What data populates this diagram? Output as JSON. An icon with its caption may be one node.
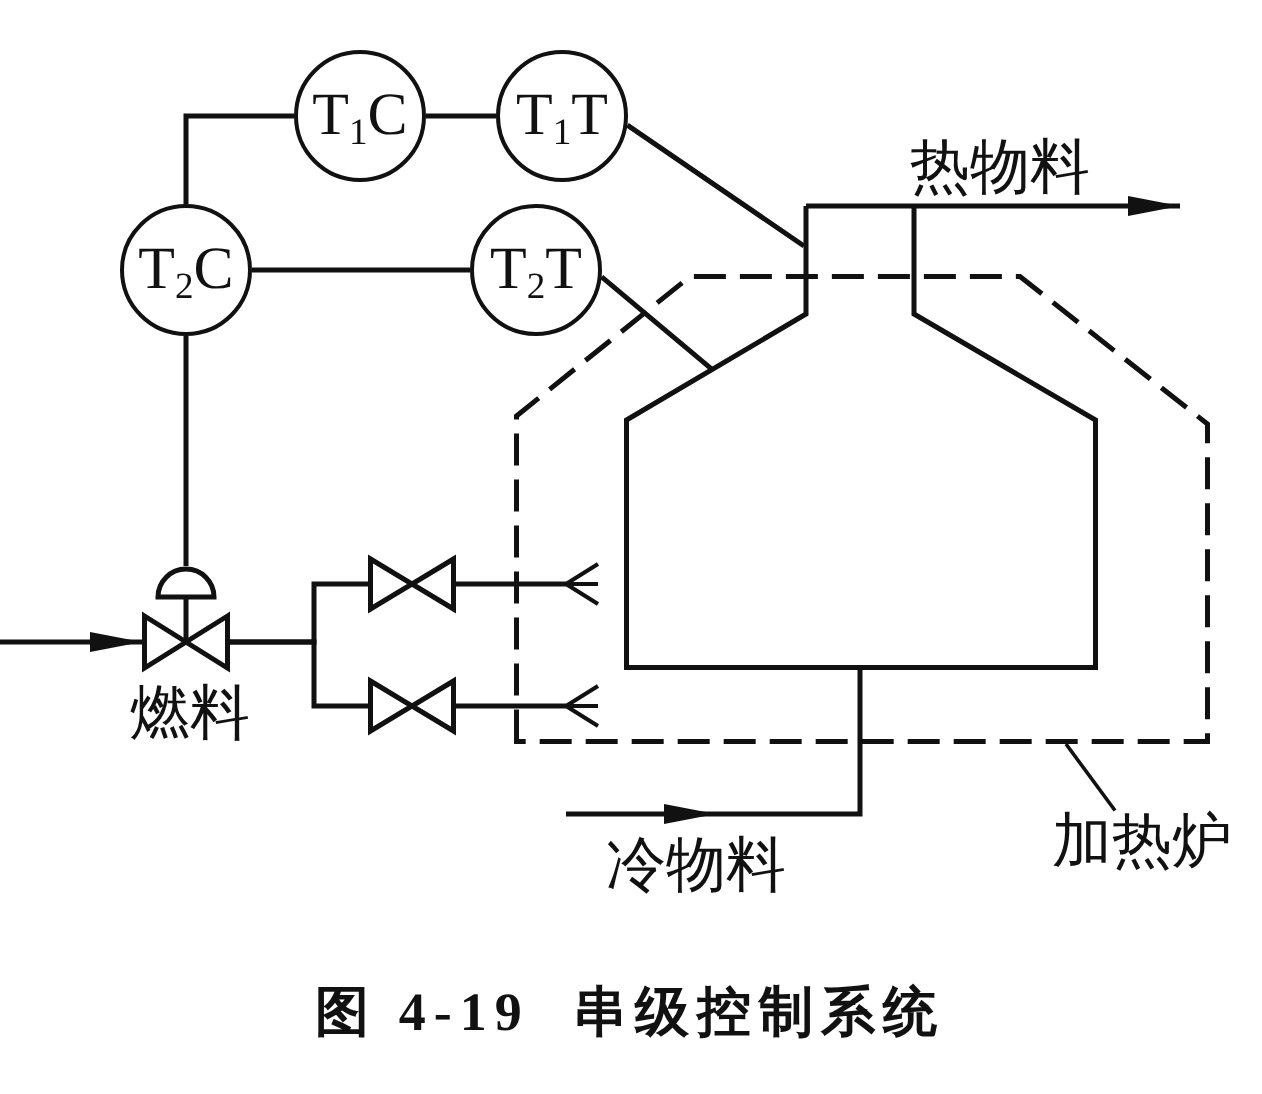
{
  "diagram": {
    "caption": "图 4-19  串级控制系统",
    "nodes": [
      {
        "text": [
          "T$_{1}$C"
        ]
      },
      {
        "text": [
          "T$_{1}$T"
        ]
      },
      {
        "text": [
          "T$_{2}$C"
        ]
      },
      {
        "text": [
          "T$_{2}$T"
        ]
      },
      {
        "text": [],
        "shape": "vessel"
      },
      {
        "text": [],
        "shape": "box"
      },
      {
        "text": [],
        "shape": "valve",
        "beside": [
          "燃料"
        ]
      },
      {
        "text": [],
        "shape": "valve"
      },
      {
        "text": [],
        "shape": "valve"
      },
      {
        "text": [],
        "shape": "burner",
        "in": 5
      },
      {
        "text": [],
        "shape": "burner",
        "in": 5
      },
      {
        "text": [
          "加热炉"
        ]
      }
    ],
    "edges": [
      {
        "from": 1,
        "to": 0,
        "arrow": "none"
      },
      {
        "from": 0,
        "to": 2,
        "arrow": "none"
      },
      {
        "from": 3,
        "to": 2,
        "arrow": "none"
      },
      {
        "from": 2,
        "to": 6,
        "arrow": "none"
      },
      {
        "from": 1,
        "to": 4,
        "arrow": "none"
      },
      {
        "from": 3,
        "to": 4,
        "arrow": "none"
      },
      {
        "from": null,
        "to": 6,
        "arrow": "to"
      },
      {
        "from": 6,
        "to": 7,
        "arrow": "none"
      },
      {
        "from": 6,
        "to": 8,
        "arrow": "none"
      },
      {
        "from": 7,
        "to": 9,
        "arrow": "none"
      },
      {
        "from": 8,
        "to": 10,
        "arrow": "none"
      },
      {
        "from": 4,
        "to": null,
        "arrow": "to",
        "label": "热物料"
      },
      {
        "from": null,
        "to": 4,
        "arrow": "to",
        "label": "冷物料"
      },
      {
        "from": 11,
        "to": 5,
        "arrow": "none"
      }
    ]
  }
}
